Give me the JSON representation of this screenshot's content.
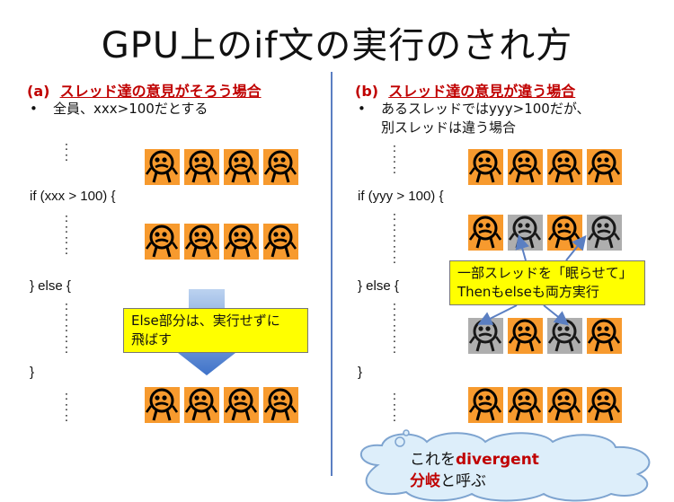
{
  "title": "GPU上のif文の実行のされ方",
  "left": {
    "heading_prefix": "(a)",
    "heading_text": "スレッド達の意見がそろう場合",
    "bullet": "全員、xxx>100だとする",
    "if_line": "if (xxx > 100) {",
    "else_line": "} else {",
    "close_line": "}",
    "note_line1": "Else部分は、実行せずに",
    "note_line2": "飛ばす"
  },
  "right": {
    "heading_prefix": "(b)",
    "heading_text": "スレッド達の意見が違う場合",
    "bullet_line1": "あるスレッドではyyy>100だが、",
    "bullet_line2": "別スレッドは違う場合",
    "if_line": "if (yyy > 100) {",
    "else_line": "} else {",
    "close_line": "}",
    "note_line1": "一部スレッドを「眠らせて」",
    "note_line2": "Thenもelseも両方実行"
  },
  "cloud": {
    "line1_prefix": "これを",
    "line1_highlight": "divergent",
    "line2_highlight": "分岐",
    "line2_suffix": "と呼ぶ"
  },
  "colors": {
    "accent_red": "#c00000",
    "divider_blue": "#5b7fc2",
    "note_yellow": "#ffff00",
    "thread_active": "#f79a2e",
    "thread_sleep": "#a6a6a6",
    "cloud_fill": "#ddeefa"
  },
  "rows": {
    "left_row1": [
      "active",
      "active",
      "active",
      "active"
    ],
    "left_row2": [
      "active",
      "active",
      "active",
      "active"
    ],
    "left_row3": [
      "active",
      "active",
      "active",
      "active"
    ],
    "right_row1": [
      "active",
      "active",
      "active",
      "active"
    ],
    "right_row2": [
      "active",
      "sleep",
      "active",
      "sleep"
    ],
    "right_row3": [
      "sleep",
      "active",
      "sleep",
      "active"
    ],
    "right_row4": [
      "active",
      "active",
      "active",
      "active"
    ]
  }
}
